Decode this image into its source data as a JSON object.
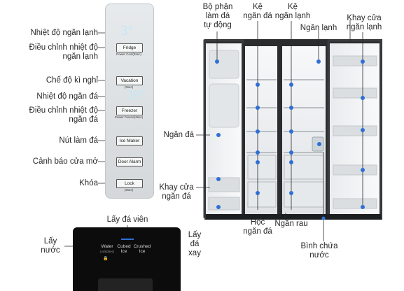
{
  "panel": {
    "fridge_button": "Fridge",
    "fridge_sub": "Power Cool(3sec)",
    "vacation_button": "Vacation",
    "vacation_sub": "(3sec)",
    "freezer_button": "Freezer",
    "freezer_sub": "Power Freeze(3sec)",
    "ice_maker_button": "Ice Maker",
    "door_alarm_button": "Door Alarm",
    "lock_button": "Lock",
    "lock_sub": "(3sec)"
  },
  "dispenser": {
    "water": "Water",
    "water_sub": "Lock(3sec)",
    "cubed_line1": "Cubed",
    "cubed_line2": "Ice",
    "crushed_line1": "Crushed",
    "crushed_line2": "Ice"
  },
  "labels": {
    "fridge_temp": "Nhiệt độ ngăn lạnh",
    "adjust_fridge_1": "Điều chỉnh nhiệt độ",
    "adjust_fridge_2": "ngăn lạnh",
    "vacation_mode": "Chế độ kì nghỉ",
    "freezer_temp": "Nhiệt độ ngăn đá",
    "adjust_freezer_1": "Điều chỉnh nhiệt độ",
    "adjust_freezer_2": "ngăn đá",
    "ice_button": "Nút làm đá",
    "door_alarm": "Cảnh báo cửa mở",
    "lock": "Khóa",
    "cubed_ice": "Lấy đá viên",
    "water_1": "Lấy",
    "water_2": "nước",
    "crushed_1": "Lấy",
    "crushed_2": "đá",
    "crushed_3": "xay",
    "icemaker_1": "Bộ phận",
    "icemaker_2": "làm đá",
    "icemaker_3": "tự động",
    "freezer_shelf_1": "Kệ",
    "freezer_shelf_2": "ngăn đá",
    "fridge_shelf_1": "Kệ",
    "fridge_shelf_2": "ngăn lạnh",
    "fridge_compartment": "Ngăn lạnh",
    "fridge_door_1": "Khay cửa",
    "fridge_door_2": "ngăn lạnh",
    "freezer_compartment": "Ngăn đá",
    "freezer_door_1": "Khay cửa",
    "freezer_door_2": "ngăn đá",
    "freezer_drawer_1": "Hộc",
    "freezer_drawer_2": "ngăn đá",
    "vegetable": "Ngăn rau",
    "water_tank_1": "Bình chứa",
    "water_tank_2": "nước"
  },
  "colors": {
    "marker": "#2f6fd6",
    "fridge_body": "#2b2c2e",
    "interior": "#eef1f3"
  }
}
